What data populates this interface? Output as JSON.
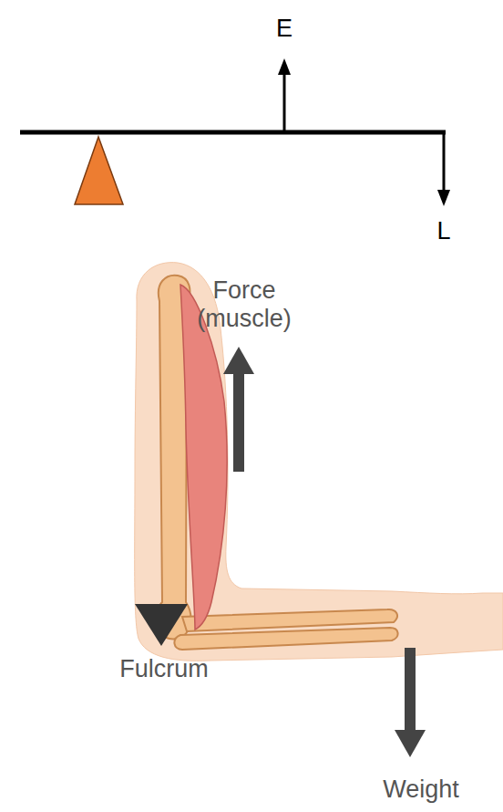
{
  "diagram": {
    "labels": [
      "E",
      "L",
      "Force (muscle)",
      "Fulcrum",
      "Weight"
    ]
  }
}
